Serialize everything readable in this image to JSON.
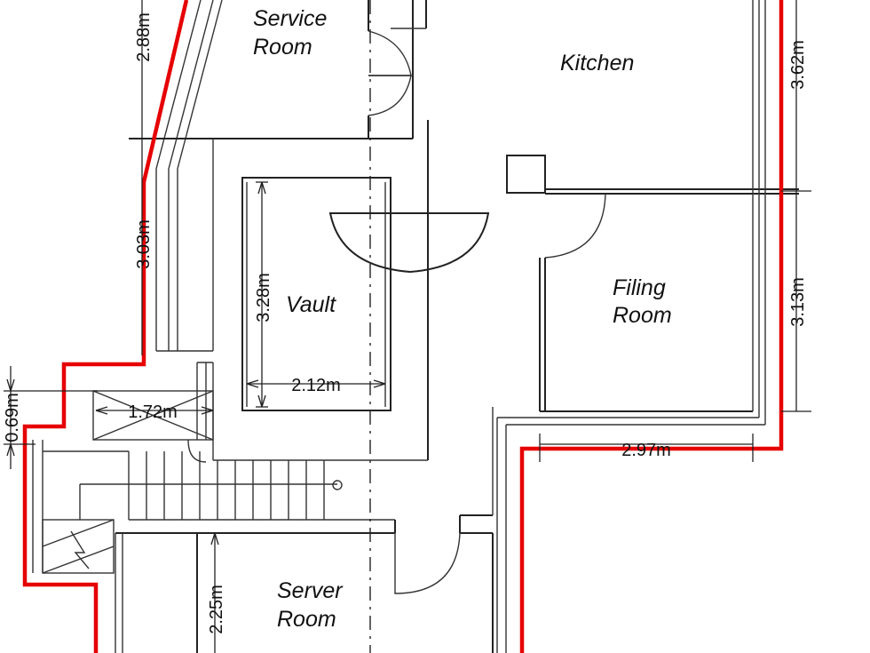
{
  "rooms": {
    "service": [
      "Service",
      "Room"
    ],
    "kitchen": "Kitchen",
    "vault": "Vault",
    "filing": [
      "Filing",
      "Room"
    ],
    "server": [
      "Server",
      "Room"
    ]
  },
  "dimensions": {
    "d288": "2.88m",
    "d362": "3.62m",
    "d303": "3.03m",
    "d328": "3.28m",
    "d212": "2.12m",
    "d313": "3.13m",
    "d172": "1.72m",
    "d069": "0.69m",
    "d297": "2.97m",
    "d225": "2.25m"
  },
  "colors": {
    "walls": "#222222",
    "boundary": "#e60000"
  }
}
